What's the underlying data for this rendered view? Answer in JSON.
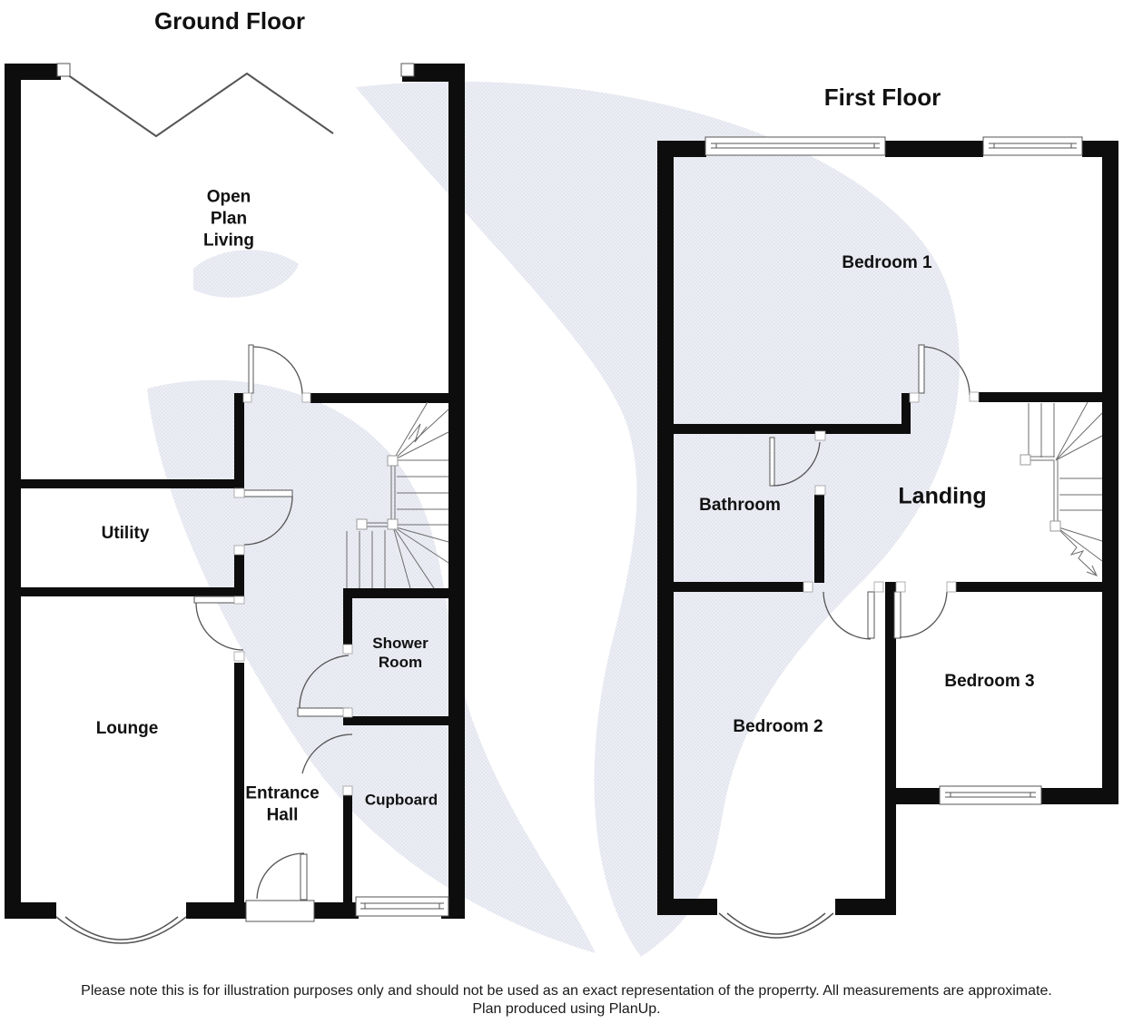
{
  "colors": {
    "wall": "#0d0d0d",
    "detail_line": "#555555",
    "stair_line": "#6e6e6e",
    "watermark": "#e6e8f1",
    "text": "#111111",
    "background": "#ffffff"
  },
  "ground_floor": {
    "title": "Ground Floor",
    "rooms": {
      "open_plan_living": "Open\nPlan\nLiving",
      "utility": "Utility",
      "lounge": "Lounge",
      "entrance_hall": "Entrance\nHall",
      "shower_room": "Shower\nRoom",
      "cupboard": "Cupboard"
    }
  },
  "first_floor": {
    "title": "First Floor",
    "rooms": {
      "bedroom1": "Bedroom 1",
      "bathroom": "Bathroom",
      "landing": "Landing",
      "bedroom2": "Bedroom 2",
      "bedroom3": "Bedroom 3"
    }
  },
  "footer": {
    "line1": "Please note this is for illustration purposes only and should not be used as an exact representation of the properrty. All measurements are approximate.",
    "line2": "Plan produced using PlanUp."
  }
}
